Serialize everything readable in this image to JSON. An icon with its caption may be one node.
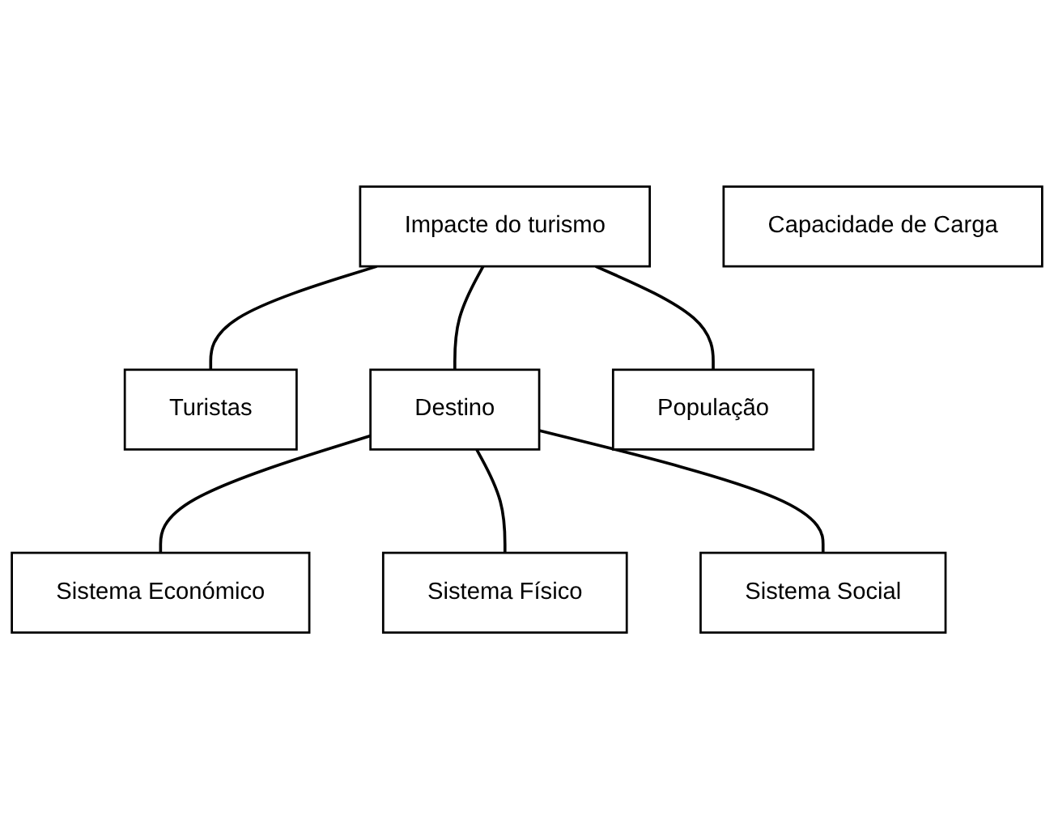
{
  "diagram": {
    "nodes": [
      {
        "text": [
          "Impacte do turismo"
        ]
      },
      {
        "text": [
          "Turistas"
        ]
      },
      {
        "text": [
          "Destino"
        ]
      },
      {
        "text": [
          "População"
        ]
      },
      {
        "text": [
          "Sistema Económico"
        ]
      },
      {
        "text": [
          "Sistema Físico"
        ]
      },
      {
        "text": [
          "Sistema Social"
        ]
      },
      {
        "text": [
          "Capacidade de Carga"
        ]
      }
    ],
    "edges": [
      {
        "from": 0,
        "to": 1,
        "arrow": "none"
      },
      {
        "from": 0,
        "to": 2,
        "arrow": "none"
      },
      {
        "from": 0,
        "to": 3,
        "arrow": "none"
      },
      {
        "from": 2,
        "to": 4,
        "arrow": "none"
      },
      {
        "from": 2,
        "to": 5,
        "arrow": "none"
      },
      {
        "from": 2,
        "to": 6,
        "arrow": "none"
      }
    ]
  }
}
